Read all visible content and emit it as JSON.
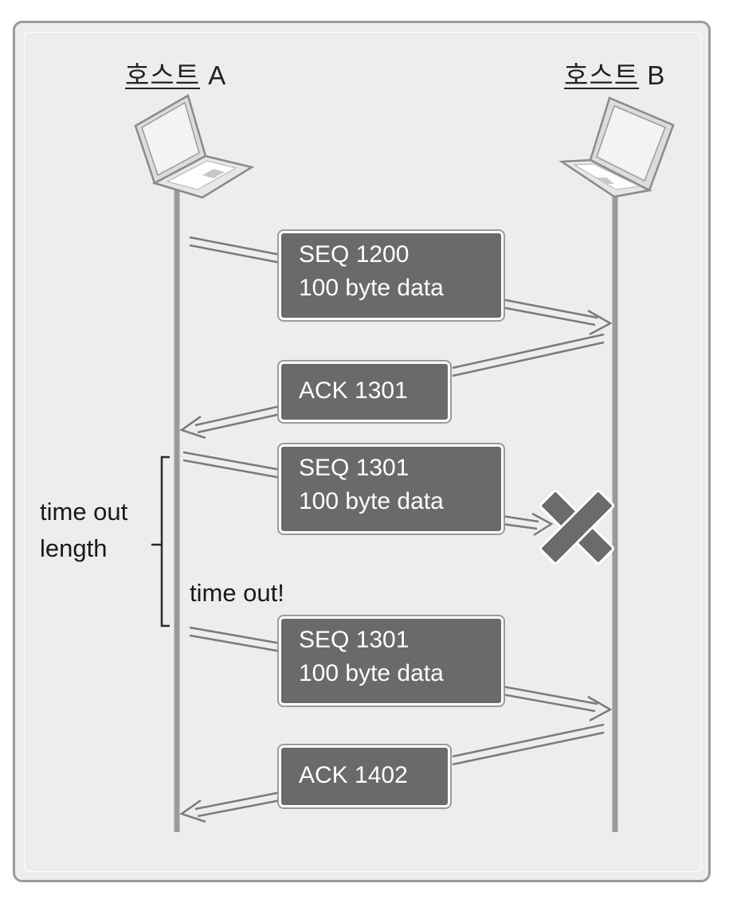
{
  "hosts": {
    "a": {
      "korean": "호스트",
      "letter": "A"
    },
    "b": {
      "korean": "호스트",
      "letter": "B"
    }
  },
  "messages": [
    {
      "line1": "SEQ 1200",
      "line2": "100 byte data",
      "direction": "A to B",
      "delivered": true
    },
    {
      "line1": "ACK 1301",
      "direction": "B to A",
      "delivered": true
    },
    {
      "line1": "SEQ 1301",
      "line2": "100 byte data",
      "direction": "A to B",
      "delivered": false
    },
    {
      "line1": "SEQ 1301",
      "line2": "100 byte data",
      "direction": "A to B",
      "delivered": true
    },
    {
      "line1": "ACK 1402",
      "direction": "B to A",
      "delivered": true
    }
  ],
  "timeout": {
    "length_label_line1": "time out",
    "length_label_line2": "length",
    "event_label": "time out!"
  },
  "icons": [
    "laptop-icon",
    "laptop-icon",
    "cross-icon"
  ],
  "colors": {
    "box_fill": "#6a6a6a",
    "lifeline": "#9a9a9a",
    "background": "#ededed",
    "cross": "#6b6b6b"
  }
}
